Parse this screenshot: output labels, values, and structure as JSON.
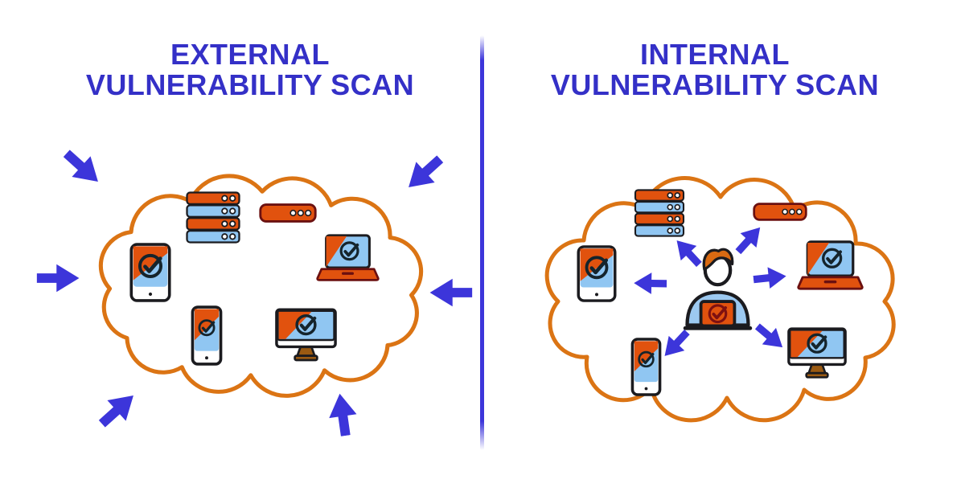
{
  "infographic": {
    "name": "vulnerability-scan-comparison",
    "colors": {
      "background": "#ffffff",
      "title_blue": "#3430c7",
      "arrow_blue": "#3c35da",
      "divider_blue": "#3a35d8",
      "cloud_outline_orange": "#db7414",
      "device_orange": "#e1520e",
      "device_light_blue": "#90c6f2",
      "outline_dark": "#1b1b1f",
      "outline_maroon": "#6b1010"
    }
  },
  "panels": [
    {
      "id": "external-vulnerability-scan",
      "title_line1": "EXTERNAL",
      "title_line2": "VULNERABILITY SCAN",
      "scan_type": "external",
      "arrow_flow": "inward",
      "devices": [
        {
          "type": "server",
          "name": "server-rack-icon"
        },
        {
          "type": "router",
          "name": "router-icon"
        },
        {
          "type": "tablet",
          "name": "tablet-icon"
        },
        {
          "type": "laptop",
          "name": "laptop-icon"
        },
        {
          "type": "phone",
          "name": "smartphone-icon"
        },
        {
          "type": "monitor",
          "name": "desktop-monitor-icon"
        }
      ],
      "arrows": [
        {
          "pos": "top-left",
          "name": "inward-arrow-top-left-icon"
        },
        {
          "pos": "top-right",
          "name": "inward-arrow-top-right-icon"
        },
        {
          "pos": "left",
          "name": "inward-arrow-left-icon"
        },
        {
          "pos": "right",
          "name": "inward-arrow-right-icon"
        },
        {
          "pos": "bottom-left",
          "name": "inward-arrow-bottom-left-icon"
        },
        {
          "pos": "bottom-right",
          "name": "inward-arrow-bottom-right-icon"
        }
      ]
    },
    {
      "id": "internal-vulnerability-scan",
      "title_line1": "INTERNAL",
      "title_line2": "VULNERABILITY SCAN",
      "scan_type": "internal",
      "arrow_flow": "outward",
      "devices": [
        {
          "type": "server",
          "name": "server-rack-icon"
        },
        {
          "type": "router",
          "name": "router-icon"
        },
        {
          "type": "tablet",
          "name": "tablet-icon"
        },
        {
          "type": "laptop",
          "name": "laptop-icon"
        },
        {
          "type": "phone",
          "name": "smartphone-icon"
        },
        {
          "type": "monitor",
          "name": "desktop-monitor-icon"
        },
        {
          "type": "person",
          "name": "person-at-laptop-icon"
        }
      ],
      "arrows": [
        {
          "pos": "to-server",
          "name": "outward-arrow-to-server-icon"
        },
        {
          "pos": "to-router",
          "name": "outward-arrow-to-router-icon"
        },
        {
          "pos": "to-laptop",
          "name": "outward-arrow-to-laptop-icon"
        },
        {
          "pos": "to-tablet",
          "name": "outward-arrow-to-tablet-icon"
        },
        {
          "pos": "to-phone",
          "name": "outward-arrow-to-phone-icon"
        },
        {
          "pos": "to-monitor",
          "name": "outward-arrow-to-monitor-icon"
        }
      ]
    }
  ]
}
